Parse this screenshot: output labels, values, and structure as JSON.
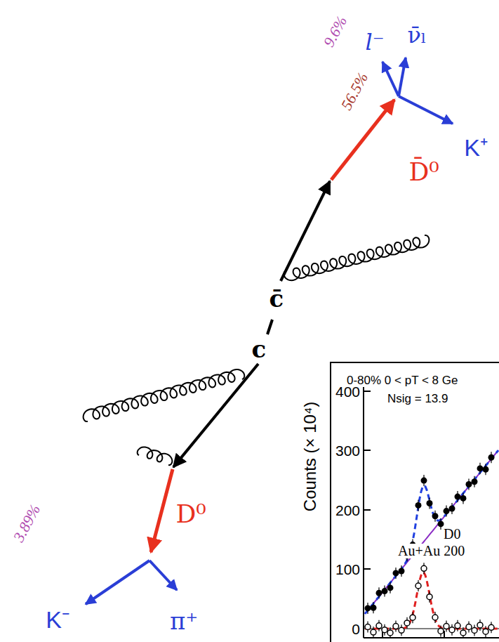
{
  "diagram": {
    "nodes": [
      {
        "text": [
          "0-80%  0 < pT < 8 Ge",
          "Nsig = 13.9",
          "D0",
          "Au+Au 200"
        ]
      }
    ],
    "labels": [
      "9.6%",
      "56.5%",
      "l⁻",
      "ν̄ₗ",
      "K⁺",
      "D̄⁰",
      "c̄",
      "c",
      "D⁰",
      "3.89%",
      "K⁻",
      "π⁺",
      "Counts (× 10⁴)",
      "400",
      "300",
      "200",
      "100",
      "0"
    ]
  }
}
